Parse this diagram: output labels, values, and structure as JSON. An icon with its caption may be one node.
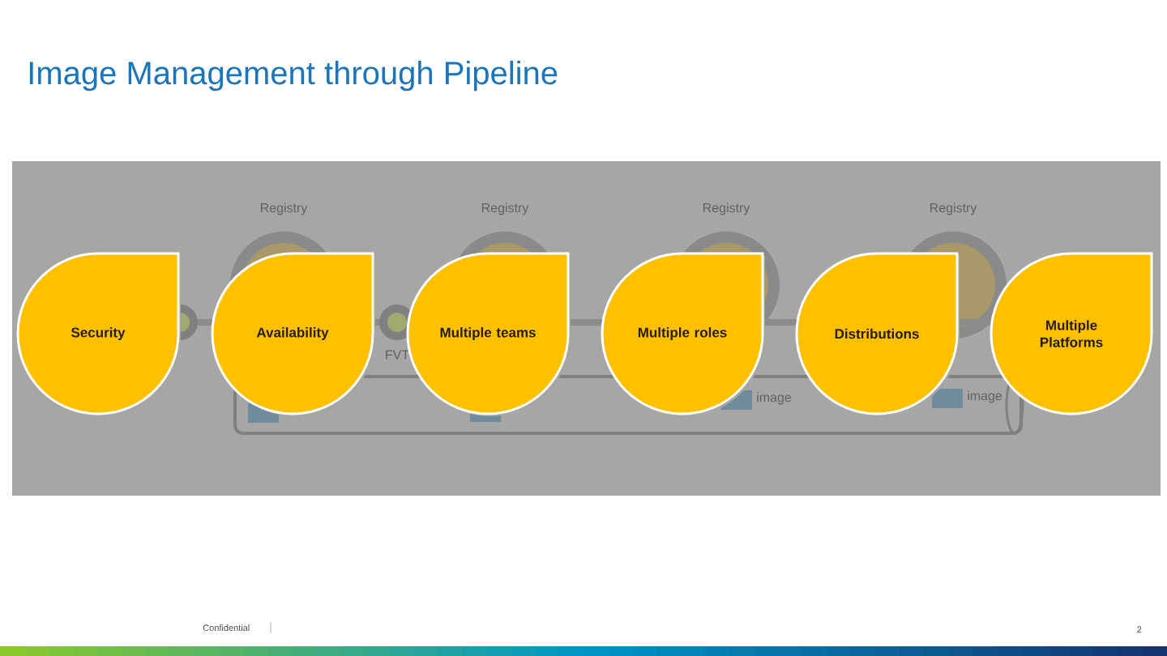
{
  "diagram": {
    "title": "Image Management through Pipeline",
    "nodes": [
      {
        "text": [
          "Security"
        ]
      },
      {
        "text": [
          "Availability"
        ]
      },
      {
        "text": [
          "Multiple teams"
        ]
      },
      {
        "text": [
          "Multiple roles"
        ]
      },
      {
        "text": [
          "Distributions"
        ]
      },
      {
        "text": [
          "Multiple Platforms"
        ]
      }
    ],
    "labels": [
      "Registry",
      "Registry",
      "Registry",
      "Registry",
      "FVT",
      "image",
      "image",
      "Confidential",
      "2"
    ]
  }
}
